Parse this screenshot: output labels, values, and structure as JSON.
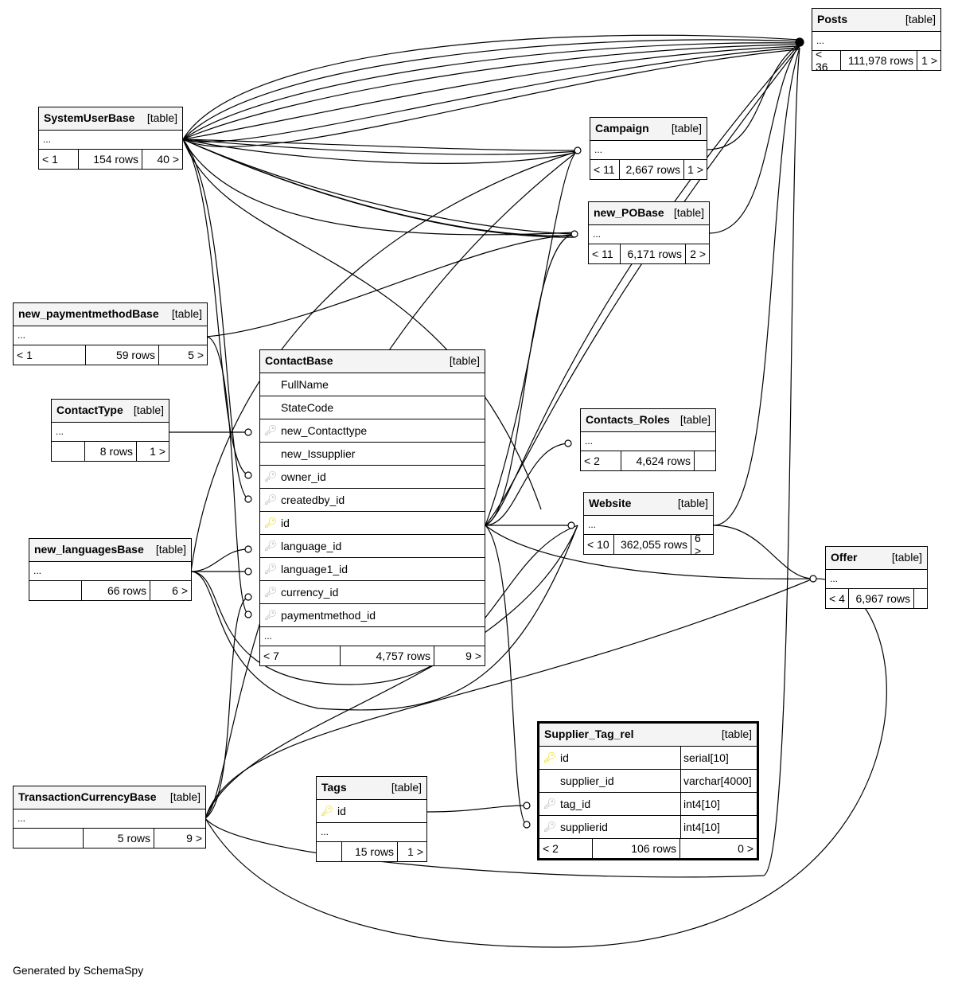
{
  "footer": "Generated by SchemaSpy",
  "type_label": "[table]",
  "ellipsis": "...",
  "tables": {
    "posts": {
      "name": "Posts",
      "parents": "< 36",
      "rows": "111,978 rows",
      "children": "1 >"
    },
    "systemuserbase": {
      "name": "SystemUserBase",
      "parents": "< 1",
      "rows": "154 rows",
      "children": "40 >"
    },
    "campaign": {
      "name": "Campaign",
      "parents": "< 11",
      "rows": "2,667 rows",
      "children": "1 >"
    },
    "new_pobase": {
      "name": "new_POBase",
      "parents": "< 11",
      "rows": "6,171 rows",
      "children": "2 >"
    },
    "new_paymentmethodbase": {
      "name": "new_paymentmethodBase",
      "parents": "< 1",
      "rows": "59 rows",
      "children": "5 >"
    },
    "contacttype": {
      "name": "ContactType",
      "parents": "",
      "rows": "8 rows",
      "children": "1 >"
    },
    "contactbase": {
      "name": "ContactBase",
      "parents": "< 7",
      "rows": "4,757 rows",
      "children": "9 >",
      "columns": [
        {
          "name": "FullName",
          "key": ""
        },
        {
          "name": "StateCode",
          "key": ""
        },
        {
          "name": "new_Contacttype",
          "key": "fk"
        },
        {
          "name": "new_Issupplier",
          "key": ""
        },
        {
          "name": "owner_id",
          "key": "fk"
        },
        {
          "name": "createdby_id",
          "key": "fk"
        },
        {
          "name": "id",
          "key": "pk"
        },
        {
          "name": "language_id",
          "key": "fk"
        },
        {
          "name": "language1_id",
          "key": "fk"
        },
        {
          "name": "currency_id",
          "key": "fk"
        },
        {
          "name": "paymentmethod_id",
          "key": "fk"
        }
      ]
    },
    "contacts_roles": {
      "name": "Contacts_Roles",
      "parents": "< 2",
      "rows": "4,624 rows",
      "children": ""
    },
    "website": {
      "name": "Website",
      "parents": "< 10",
      "rows": "362,055 rows",
      "children": "6 >"
    },
    "offer": {
      "name": "Offer",
      "parents": "< 4",
      "rows": "6,967 rows",
      "children": ""
    },
    "new_languagesbase": {
      "name": "new_languagesBase",
      "parents": "",
      "rows": "66 rows",
      "children": "6 >"
    },
    "transactioncurrencybase": {
      "name": "TransactionCurrencyBase",
      "parents": "",
      "rows": "5 rows",
      "children": "9 >"
    },
    "tags": {
      "name": "Tags",
      "parents": "",
      "rows": "15 rows",
      "children": "1 >",
      "columns": [
        {
          "name": "id",
          "key": "pk"
        }
      ]
    },
    "supplier_tag_rel": {
      "name": "Supplier_Tag_rel",
      "parents": "< 2",
      "rows": "106 rows",
      "children": "0 >",
      "columns": [
        {
          "name": "id",
          "key": "pk",
          "type": "serial[10]"
        },
        {
          "name": "supplier_id",
          "key": "",
          "type": "varchar[4000]"
        },
        {
          "name": "tag_id",
          "key": "fk",
          "type": "int4[10]"
        },
        {
          "name": "supplierid",
          "key": "fk",
          "type": "int4[10]"
        }
      ]
    }
  }
}
